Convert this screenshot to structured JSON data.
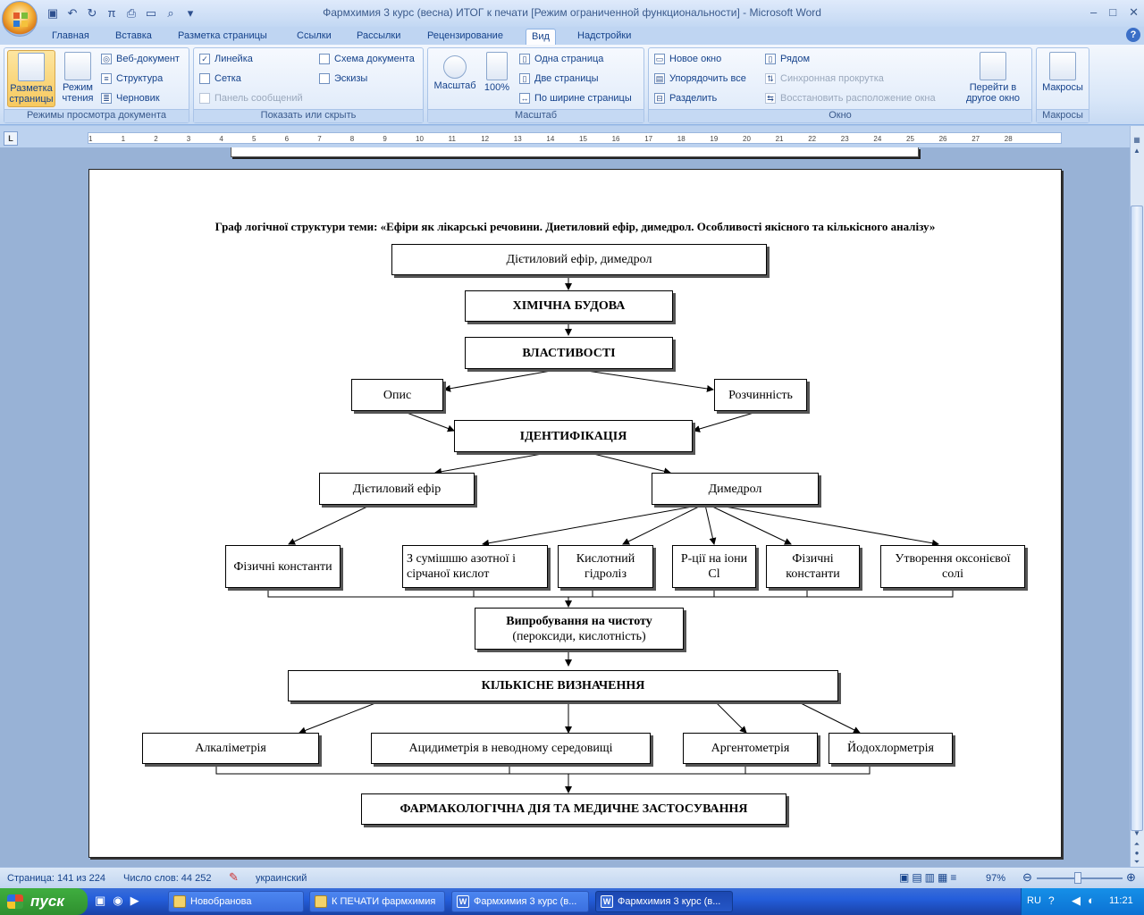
{
  "window": {
    "title": "Фармхимия 3 курс (весна) ИТОГ к печати [Режим ограниченной функциональности] - Microsoft Word"
  },
  "window_controls": {
    "minimize": "–",
    "maximize": "□",
    "close": "✕"
  },
  "qat_icons": [
    "save-icon",
    "undo-icon",
    "redo-icon",
    "pi-icon",
    "print-icon",
    "new-icon",
    "preview-icon",
    "dropdown-icon"
  ],
  "tabs": [
    "Главная",
    "Вставка",
    "Разметка страницы",
    "Ссылки",
    "Рассылки",
    "Рецензирование",
    "Вид",
    "Надстройки"
  ],
  "active_tab": "Вид",
  "ribbon": {
    "views": {
      "title": "Режимы просмотра документа",
      "layout": "Разметка страницы",
      "reading": "Режим чтения",
      "web": "Веб-документ",
      "outline": "Структура",
      "draft": "Черновик"
    },
    "show": {
      "title": "Показать или скрыть",
      "ruler": "Линейка",
      "grid": "Сетка",
      "messages": "Панель сообщений",
      "map": "Схема документа",
      "thumbs": "Эскизы",
      "ruler_checked": true
    },
    "zoom": {
      "title": "Масштаб",
      "zoom": "Масштаб",
      "hundred": "100%",
      "one_page": "Одна страница",
      "two_pages": "Две страницы",
      "page_width": "По ширине страницы"
    },
    "window": {
      "title": "Окно",
      "new_window": "Новое окно",
      "arrange": "Упорядочить все",
      "split": "Разделить",
      "side": "Рядом",
      "sync": "Синхронная прокрутка",
      "reset": "Восстановить расположение окна",
      "switch": "Перейти в другое окно"
    },
    "macros": {
      "title": "Макросы",
      "macros": "Макросы"
    }
  },
  "ruler_ticks": [
    "1",
    "1",
    "2",
    "3",
    "4",
    "5",
    "6",
    "7",
    "8",
    "9",
    "10",
    "11",
    "12",
    "13",
    "14",
    "15",
    "16",
    "17",
    "18",
    "19",
    "20",
    "21",
    "22",
    "23",
    "24",
    "25",
    "26",
    "27",
    "28"
  ],
  "diagram": {
    "title": "Граф логічної структури теми: «Ефіри як лікарські речовини. Диетиловий ефір, димедрол. Особливості якісного та кількісного аналізу»",
    "root": "Дієтиловий ефір, димедрол",
    "structure": "ХІМІЧНА БУДОВА",
    "properties": "ВЛАСТИВОСТІ",
    "description": "Опис",
    "solubility": "Розчинність",
    "identification": "ІДЕНТИФІКАЦІЯ",
    "ether": "Дієтиловий ефір",
    "dimedrol": "Димедрол",
    "phys1": "Фізичні константи",
    "acids": "З сумішшю азотної і сірчаної кислот",
    "hydrolysis": "Кислотний гідроліз",
    "chloride": "Р-ції на іони Cl",
    "phys2": "Фізичні константи",
    "oxonium": "Утворення оксонієвої солі",
    "purity_line1": "Випробування на чистоту",
    "purity_line2": "(пероксиди, кислотність)",
    "quant": "КІЛЬКІСНЕ ВИЗНАЧЕННЯ",
    "alkali": "Алкаліметрія",
    "acidimetry": "Ацидиметрія в неводному середовищі",
    "argento": "Аргентометрія",
    "iodo": "Йодохлорметрія",
    "pharma": "ФАРМАКОЛОГІЧНА ДІЯ ТА МЕДИЧНЕ ЗАСТОСУВАННЯ"
  },
  "status": {
    "page": "Страница: 141 из 224",
    "words": "Число слов: 44 252",
    "lang": "украинский",
    "zoom": "97%",
    "zoom_value": 97
  },
  "taskbar": {
    "start": "пуск",
    "buttons": [
      "Новобранова",
      "К ПЕЧАТИ фармхимия",
      "Фармхимия 3 курс (в...",
      "Фармхимия 3 курс (в..."
    ],
    "lang": "RU",
    "clock": "11:21"
  }
}
